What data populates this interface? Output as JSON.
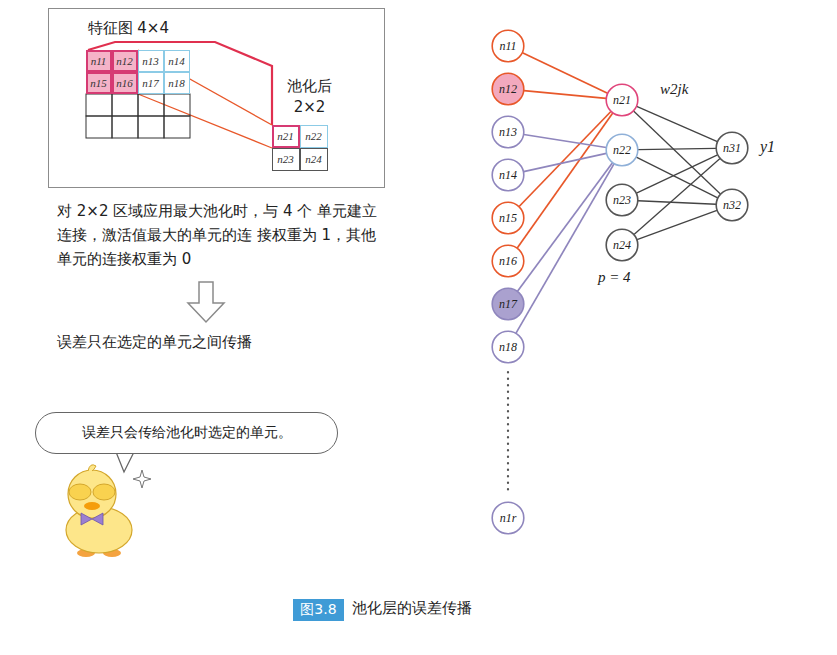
{
  "diagram": {
    "caption": "池化层的误差传播",
    "nodes": [
      {
        "text": [
          "特征图 4×4",
          "池化后 2×2"
        ]
      },
      {
        "text": [
          "n11"
        ],
        "in": 0
      },
      {
        "text": [
          "n12"
        ],
        "in": 0
      },
      {
        "text": [
          "n13"
        ],
        "in": 0
      },
      {
        "text": [
          "n14"
        ],
        "in": 0
      },
      {
        "text": [
          "n15"
        ],
        "in": 0
      },
      {
        "text": [
          "n16"
        ],
        "in": 0
      },
      {
        "text": [
          "n17"
        ],
        "in": 0
      },
      {
        "text": [
          "n18"
        ],
        "in": 0
      },
      {
        "text": [
          "n21"
        ],
        "in": 0
      },
      {
        "text": [
          "n22"
        ],
        "in": 0
      },
      {
        "text": [
          "n23"
        ],
        "in": 0
      },
      {
        "text": [
          "n24"
        ],
        "in": 0
      },
      {
        "text": [
          "n11"
        ]
      },
      {
        "text": [
          "n12"
        ]
      },
      {
        "text": [
          "n13"
        ]
      },
      {
        "text": [
          "n14"
        ]
      },
      {
        "text": [
          "n15"
        ]
      },
      {
        "text": [
          "n16"
        ]
      },
      {
        "text": [
          "n17"
        ]
      },
      {
        "text": [
          "n18"
        ]
      },
      {
        "text": [
          "n1r"
        ]
      },
      {
        "text": [
          "n21"
        ]
      },
      {
        "text": [
          "n22"
        ]
      },
      {
        "text": [
          "n23"
        ]
      },
      {
        "text": [
          "n24"
        ]
      },
      {
        "text": [
          "n31"
        ]
      },
      {
        "text": [
          "n32"
        ]
      },
      {
        "text": [
          "误差只会传给池化时选定的单元。"
        ]
      },
      {
        "text": [
          "图3.8"
        ]
      }
    ],
    "edges": [
      {
        "from": 13,
        "to": 22,
        "arrow": "none"
      },
      {
        "from": 14,
        "to": 22,
        "arrow": "none"
      },
      {
        "from": 17,
        "to": 22,
        "arrow": "none"
      },
      {
        "from": 18,
        "to": 22,
        "arrow": "none"
      },
      {
        "from": 15,
        "to": 23,
        "arrow": "none"
      },
      {
        "from": 16,
        "to": 23,
        "arrow": "none"
      },
      {
        "from": 19,
        "to": 23,
        "arrow": "none"
      },
      {
        "from": 20,
        "to": 23,
        "arrow": "none"
      },
      {
        "from": 22,
        "to": 26,
        "arrow": "none"
      },
      {
        "from": 22,
        "to": 27,
        "arrow": "none"
      },
      {
        "from": 23,
        "to": 26,
        "arrow": "none"
      },
      {
        "from": 23,
        "to": 27,
        "arrow": "none"
      },
      {
        "from": 24,
        "to": 26,
        "arrow": "none"
      },
      {
        "from": 24,
        "to": 27,
        "arrow": "none"
      },
      {
        "from": 25,
        "to": 26,
        "arrow": "none"
      },
      {
        "from": 25,
        "to": 27,
        "arrow": "none"
      }
    ],
    "labels": [
      "对 2×2 区域应用最大池化时，与 4 个 单元建立连接，激活值最大的单元的连 接权重为 1，其他单元的连接权重为 0",
      "误差只在选定的单元之间传播",
      "w2jk",
      "y1",
      "p = 4"
    ]
  }
}
